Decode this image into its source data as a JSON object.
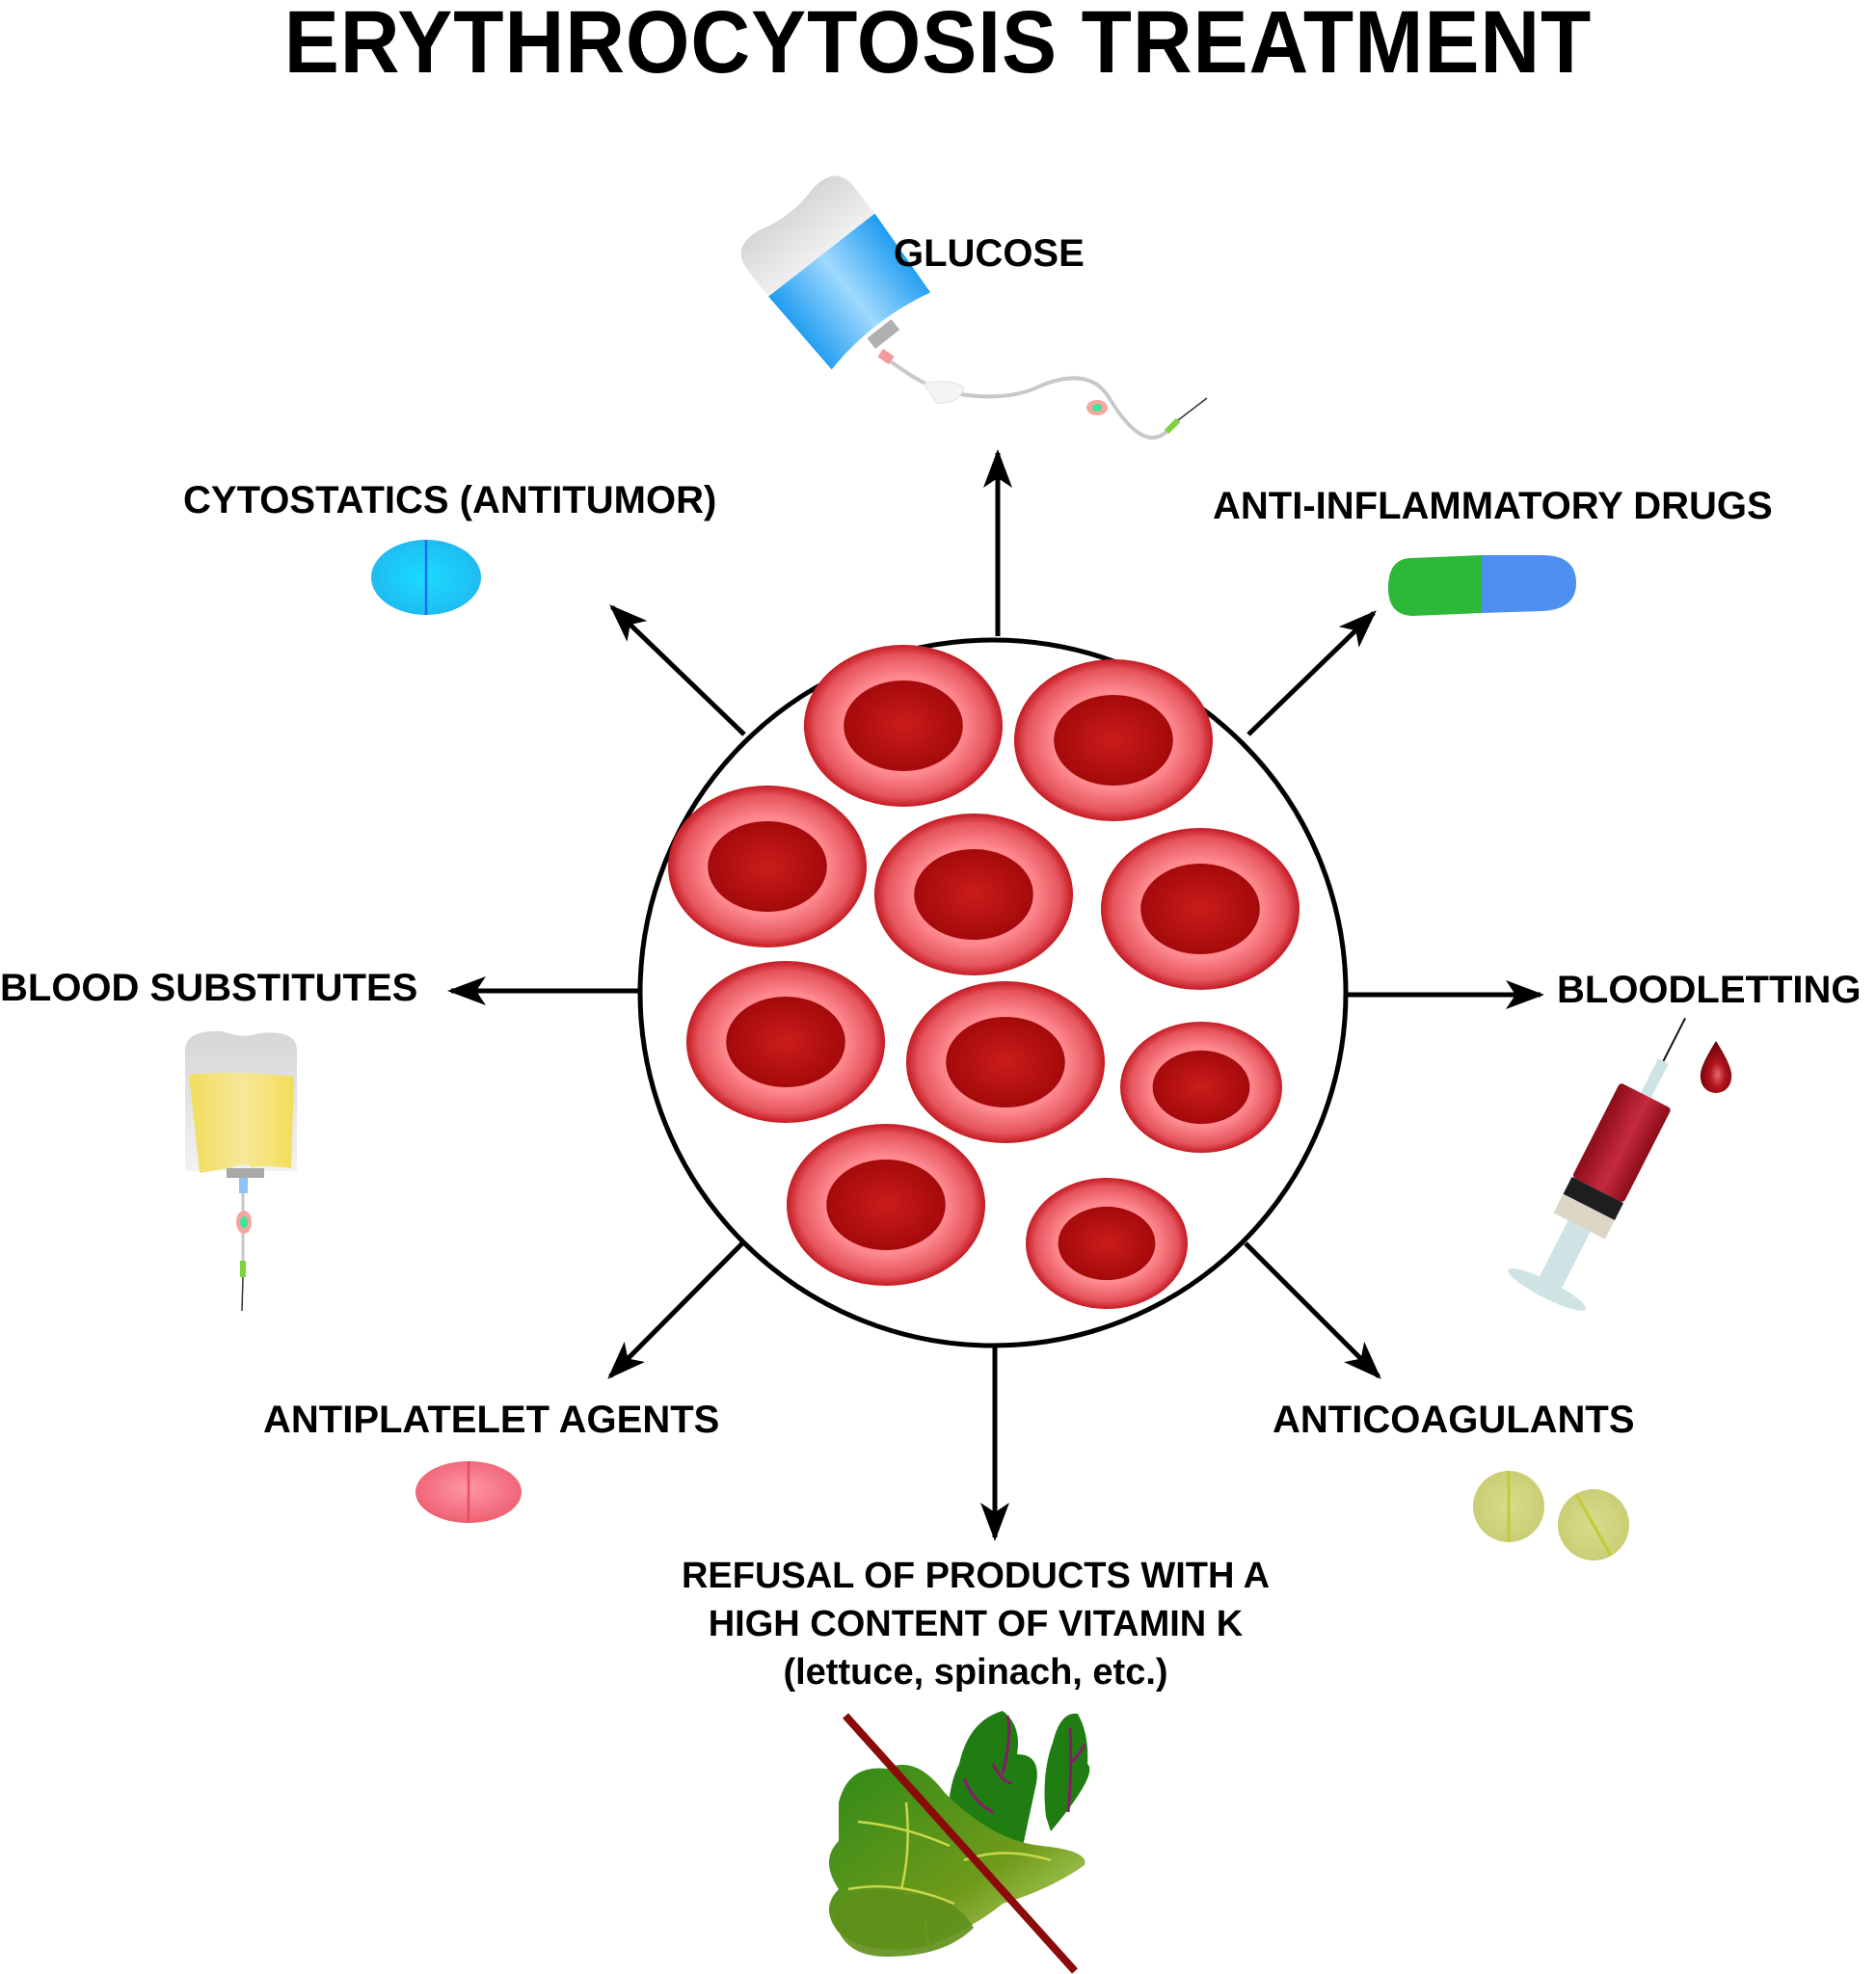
{
  "title": "ERYTHROCYTOSIS TREATMENT",
  "center": {
    "name": "erythrocytes-cluster",
    "cell_count": 10
  },
  "treatments": [
    {
      "id": "glucose",
      "label": "GLUCOSE",
      "direction": "up",
      "icon": "iv-drip-bag-blue-icon"
    },
    {
      "id": "cytostatics",
      "label": "CYTOSTATICS (ANTITUMOR)",
      "direction": "up-left",
      "icon": "oval-tablet-blue-icon"
    },
    {
      "id": "anti-inflammatory",
      "label": "ANTI-INFLAMMATORY DRUGS",
      "direction": "up-right",
      "icon": "capsule-green-blue-icon"
    },
    {
      "id": "blood-substitutes",
      "label": "BLOOD SUBSTITUTES",
      "direction": "left",
      "icon": "iv-drip-bag-yellow-icon"
    },
    {
      "id": "bloodletting",
      "label": "BLOODLETTING",
      "direction": "right",
      "icon": "syringe-blood-drop-icon"
    },
    {
      "id": "antiplatelet",
      "label": "ANTIPLATELET AGENTS",
      "direction": "down-left",
      "icon": "oval-tablet-pink-icon"
    },
    {
      "id": "anticoagulants",
      "label": "ANTICOAGULANTS",
      "direction": "down-right",
      "icon": "round-tablets-yellow-icon"
    },
    {
      "id": "vitamin-k",
      "label_lines": [
        "REFUSAL OF PRODUCTS WITH A",
        "HIGH CONTENT OF VITAMIN K",
        "(lettuce, spinach, etc.)"
      ],
      "direction": "down",
      "icon": "crossed-out-leafy-greens-icon"
    }
  ],
  "colors": {
    "cell_outer": "#f07a80",
    "cell_inner": "#b81417",
    "glucose_fluid": "#29a8f0",
    "substitute_fluid": "#f3dd5c",
    "cytostatic_tablet": "#1cc8f5",
    "capsule_green": "#2db83a",
    "capsule_blue": "#4f8ff0",
    "antiplatelet_tablet": "#f27a88",
    "anticoagulant_tablet": "#d4d98a",
    "syringe_blood": "#a8192a",
    "strike_line": "#8b0a0a",
    "leaf_green": "#1f7d12"
  }
}
